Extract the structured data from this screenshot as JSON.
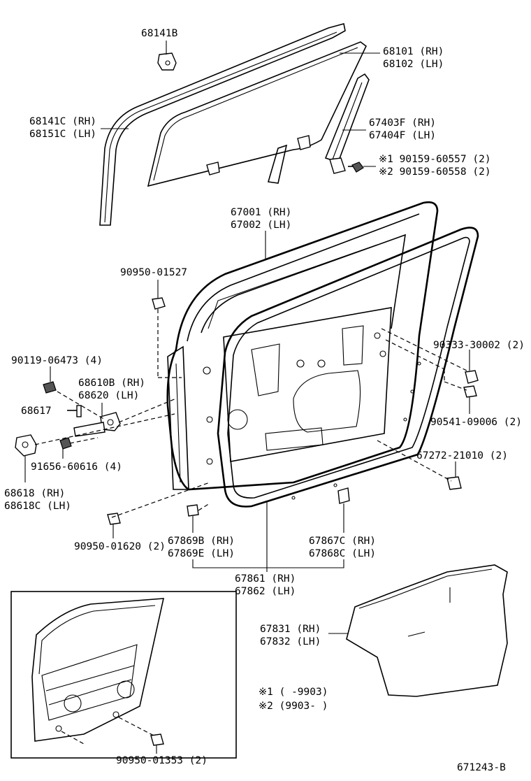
{
  "labels": {
    "p68141b": "68141B",
    "p68101": "68101 (RH)",
    "p68102": "68102 (LH)",
    "p68141c": "68141C (RH)",
    "p68151c": "68151C (LH)",
    "p67403f": "67403F (RH)",
    "p67404f": "67404F (LH)",
    "bolt1": "※1 90159-60557 (2)",
    "bolt2": "※2 90159-60558 (2)",
    "p67001": "67001 (RH)",
    "p67002": "67002 (LH)",
    "p9095001527": "90950-01527",
    "p9011906473": "90119-06473 (4)",
    "p68610b": "68610B (RH)",
    "p68620": "68620  (LH)",
    "p68617": "68617",
    "p9165660616": "91656-60616 (4)",
    "p68618": "68618  (RH)",
    "p68618c": "68618C (LH)",
    "p9033330002": "90333-30002 (2)",
    "p9054109006": "90541-09006 (2)",
    "p6727221010": "67272-21010 (2)",
    "p9095001620": "90950-01620 (2)",
    "p67869b": "67869B (RH)",
    "p67869e": "67869E (LH)",
    "p67867c": "67867C (RH)",
    "p67868c": "67868C (LH)",
    "p67861": "67861 (RH)",
    "p67862": "67862 (LH)",
    "p67831": "67831 (RH)",
    "p67832": "67832 (LH)",
    "note1": "※1 (     -9903)",
    "note2": "※2 (9903-      )",
    "p9095001353": "90950-01353 (2)",
    "figure_id": "671243-B"
  }
}
